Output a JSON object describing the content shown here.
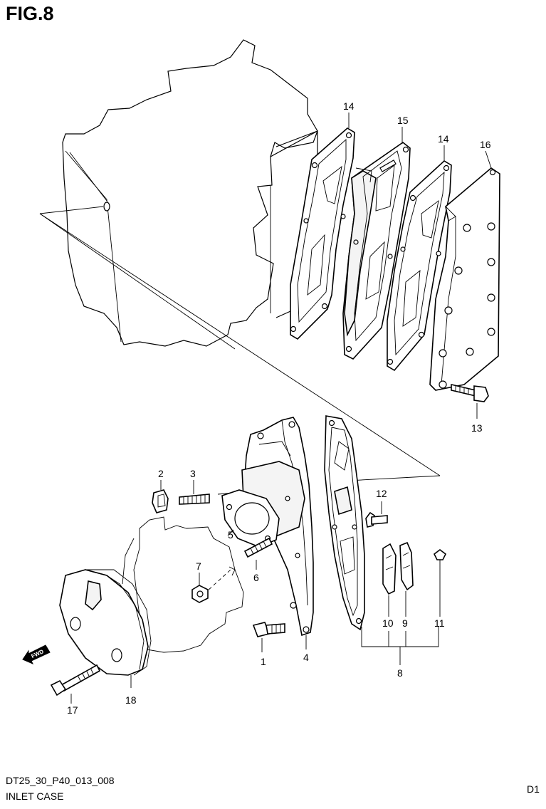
{
  "figure": {
    "title": "FIG.8"
  },
  "footer": {
    "drawing_code": "DT25_30_P40_013_008",
    "section_name": "INLET CASE",
    "page_code": "D1"
  },
  "fwd_label": "FWD",
  "callouts": {
    "c1": "1",
    "c2": "2",
    "c3": "3",
    "c4": "4",
    "c5": "5",
    "c6": "6",
    "c7": "7",
    "c8": "8",
    "c9": "9",
    "c10": "10",
    "c11": "11",
    "c12": "12",
    "c13": "13",
    "c14a": "14",
    "c14b": "14",
    "c15": "15",
    "c16": "16",
    "c17": "17",
    "c18": "18"
  }
}
